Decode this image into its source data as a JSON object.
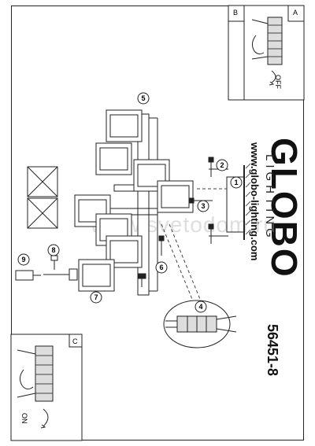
{
  "brand": {
    "logo": "GLOBO",
    "subtitle": "LIGHTING",
    "url": "www.globo-lighting.com"
  },
  "model_number": "56451-8",
  "watermark": "www.svetodom.ru",
  "insets": {
    "A": {
      "letter": "A",
      "switch_label": "OFF"
    },
    "B": {
      "letter": "B"
    },
    "C": {
      "letter": "C",
      "switch_label": "ON"
    }
  },
  "steps": [
    "1",
    "2",
    "3",
    "4",
    "5",
    "6",
    "7",
    "8",
    "9"
  ]
}
